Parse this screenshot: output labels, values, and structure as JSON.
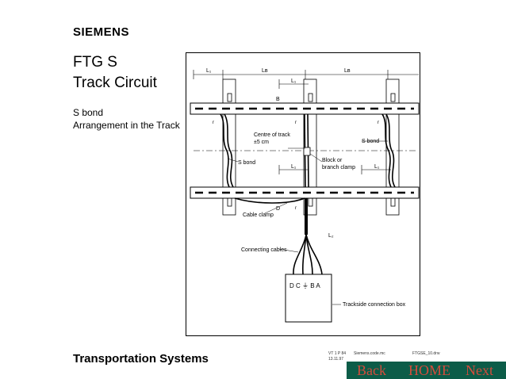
{
  "header": {
    "brand": "SIEMENS",
    "title_line1": "FTG S",
    "title_line2": "Track Circuit",
    "subtitle_line1": "S bond",
    "subtitle_line2": "Arrangement in the Track"
  },
  "footer": {
    "label": "Transportation Systems"
  },
  "diagram": {
    "labels": {
      "l1": "L₁",
      "lb": "Lʙ",
      "l2": "L₂",
      "b": "B",
      "d": "D",
      "r": "r",
      "centre_line1": "Centre of track",
      "centre_line2": "±5 cm",
      "block_line1": "Block or",
      "block_line2": "branch clamp",
      "s_bond": "S bond",
      "cable_clamp": "Cable clamp",
      "connecting_cables": "Connecting cables",
      "box_terminals": "D  C  ⏚  B  A",
      "box_label": "Trackside connection box"
    },
    "meta": {
      "code1": "VT 1 P 84",
      "code2": "13.11.97",
      "source": "Siemens.code.mc",
      "file": "FTGSE_10.drw"
    }
  },
  "nav": {
    "back": "Back",
    "home": "HOME",
    "next": "Next"
  },
  "colors": {
    "nav_background": "#0c5c48",
    "nav_text": "#d24d3c"
  }
}
